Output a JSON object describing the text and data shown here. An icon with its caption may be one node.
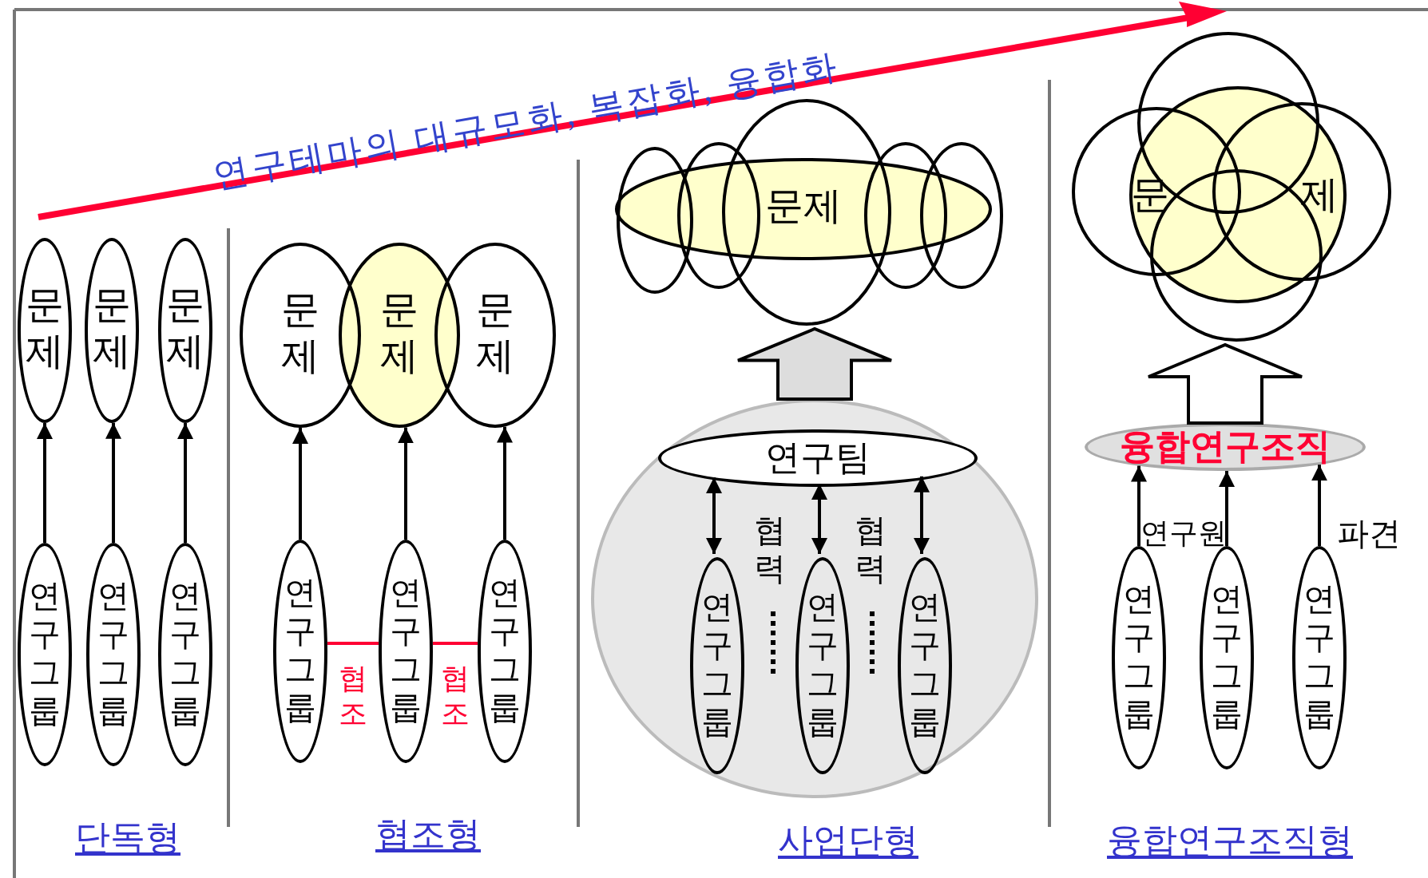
{
  "diagram": {
    "nodes": [
      {
        "text": [
          "문제"
        ]
      },
      {
        "text": [
          "문제"
        ]
      },
      {
        "text": [
          "문제"
        ]
      },
      {
        "text": [
          "연구그룹"
        ]
      },
      {
        "text": [
          "연구그룹"
        ]
      },
      {
        "text": [
          "연구그룹"
        ]
      },
      {
        "text": [
          "문제"
        ]
      },
      {
        "text": [
          "문제"
        ]
      },
      {
        "text": [
          "문제"
        ]
      },
      {
        "text": [
          "연구그룹"
        ]
      },
      {
        "text": [
          "연구그룹"
        ]
      },
      {
        "text": [
          "연구그룹"
        ]
      },
      {
        "text": [
          "문제"
        ]
      },
      {
        "text": [],
        "shape": "circle"
      },
      {
        "text": [
          "연구팀"
        ],
        "in": 13
      },
      {
        "text": [
          "연구그룹"
        ],
        "in": 13
      },
      {
        "text": [
          "연구그룹"
        ],
        "in": 13
      },
      {
        "text": [
          "연구그룹"
        ],
        "in": 13
      },
      {
        "text": [
          "문",
          "제"
        ]
      },
      {
        "text": [
          "융합연구조직"
        ]
      },
      {
        "text": [
          "연구그룹"
        ]
      },
      {
        "text": [
          "연구그룹"
        ]
      },
      {
        "text": [
          "연구그룹"
        ]
      }
    ],
    "edges": [
      {
        "from": 3,
        "to": 0,
        "arrow": "to"
      },
      {
        "from": 4,
        "to": 1,
        "arrow": "to"
      },
      {
        "from": 5,
        "to": 2,
        "arrow": "to"
      },
      {
        "from": 9,
        "to": 6,
        "arrow": "to"
      },
      {
        "from": 10,
        "to": 7,
        "arrow": "to"
      },
      {
        "from": 11,
        "to": 8,
        "arrow": "to"
      },
      {
        "from": 9,
        "to": 10,
        "arrow": "none",
        "label": "협조",
        "color": "#ff0033"
      },
      {
        "from": 10,
        "to": 11,
        "arrow": "none",
        "label": "협조",
        "color": "#ff0033"
      },
      {
        "from": 13,
        "to": 12,
        "arrow": "to",
        "style": "thick",
        "color": "#dddddd"
      },
      {
        "from": 14,
        "to": 15,
        "arrow": "both"
      },
      {
        "from": 14,
        "to": 16,
        "arrow": "both"
      },
      {
        "from": 14,
        "to": 17,
        "arrow": "both"
      },
      {
        "from": 19,
        "to": 18,
        "arrow": "to",
        "style": "thick"
      },
      {
        "from": 20,
        "to": 19,
        "arrow": "to"
      },
      {
        "from": 21,
        "to": 19,
        "arrow": "to"
      },
      {
        "from": 22,
        "to": 19,
        "arrow": "to"
      }
    ],
    "labels": [
      "연구테마의 대규모화, 복잡화, 융합화",
      "협력",
      "협력",
      "연구원",
      "파견",
      "단독형",
      "협조형",
      "사업단형",
      "융합연구조직형"
    ]
  }
}
